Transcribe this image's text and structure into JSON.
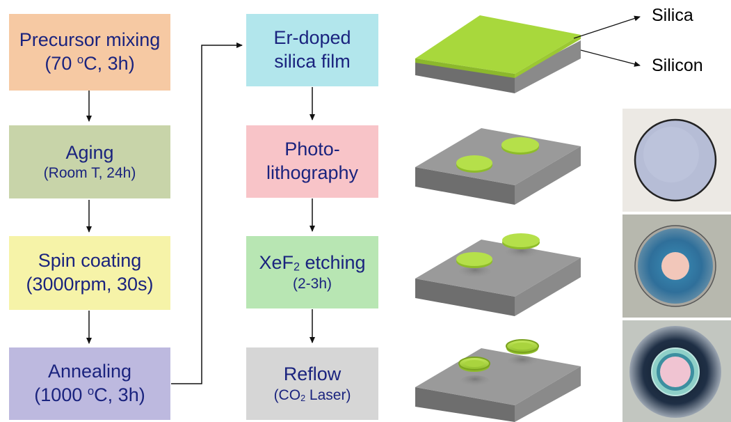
{
  "left_column": [
    {
      "line1": "Precursor mixing",
      "line2_pre": "(70 ",
      "line2_sup": "o",
      "line2_post": "C, 3h)",
      "color": "#f6c9a3"
    },
    {
      "line1": "Aging",
      "line2": "(Room T, 24h)",
      "color": "#c8d4a9"
    },
    {
      "line1": "Spin coating",
      "line2": "(3000rpm, 30s)",
      "color": "#f6f3a8"
    },
    {
      "line1": "Annealing",
      "line2_pre": "(1000 ",
      "line2_sup": "o",
      "line2_post": "C, 3h)",
      "color": "#bdb9df"
    }
  ],
  "middle_column": [
    {
      "line1": "Er-doped",
      "line2": "silica film",
      "color": "#b2e6ec"
    },
    {
      "line1": "Photo-",
      "line2": "lithography",
      "color": "#f8c4c8"
    },
    {
      "line1_pre": "XeF",
      "line1_sub": "2",
      "line1_post": " etching",
      "line2": "(2-3h)",
      "color": "#b8e6b3"
    },
    {
      "line1": "Reflow",
      "line2_pre": "(CO",
      "line2_sub": "2",
      "line2_post": " Laser)",
      "color": "#d6d6d6"
    }
  ],
  "labels": {
    "silica": "Silica",
    "silicon": "Silicon"
  },
  "colors": {
    "silica_green": "#a8d83c",
    "substrate_top": "#9a9a9a",
    "substrate_side": "#6e6e6e",
    "text": "#1a237e"
  }
}
